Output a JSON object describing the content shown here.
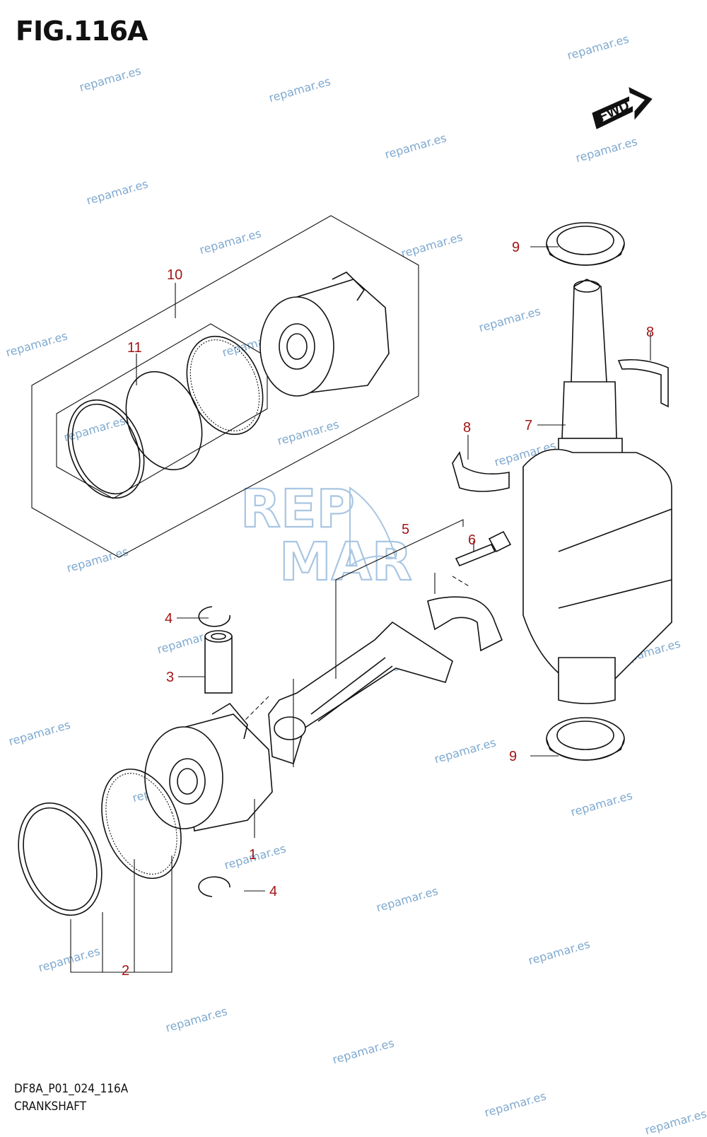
{
  "header": {
    "figure_title": "FIG.116A"
  },
  "footer": {
    "diagram_code": "DF8A_P01_024_116A",
    "section_name": "CRANKSHAFT"
  },
  "badge": {
    "direction_label": "FWD"
  },
  "logo": {
    "line1": "REP",
    "line2": "MAR"
  },
  "watermark": {
    "text": "repamar.es"
  },
  "callouts": [
    {
      "id": "c1",
      "label": "1"
    },
    {
      "id": "c2",
      "label": "2"
    },
    {
      "id": "c3",
      "label": "3"
    },
    {
      "id": "c4a",
      "label": "4"
    },
    {
      "id": "c4b",
      "label": "4"
    },
    {
      "id": "c5",
      "label": "5"
    },
    {
      "id": "c6",
      "label": "6"
    },
    {
      "id": "c7",
      "label": "7"
    },
    {
      "id": "c8a",
      "label": "8"
    },
    {
      "id": "c8b",
      "label": "8"
    },
    {
      "id": "c9a",
      "label": "9"
    },
    {
      "id": "c9b",
      "label": "9"
    },
    {
      "id": "c10",
      "label": "10"
    },
    {
      "id": "c11",
      "label": "11"
    }
  ],
  "colors": {
    "callout": "#a31515",
    "watermark": "#7fa9cf",
    "line": "#111111"
  }
}
